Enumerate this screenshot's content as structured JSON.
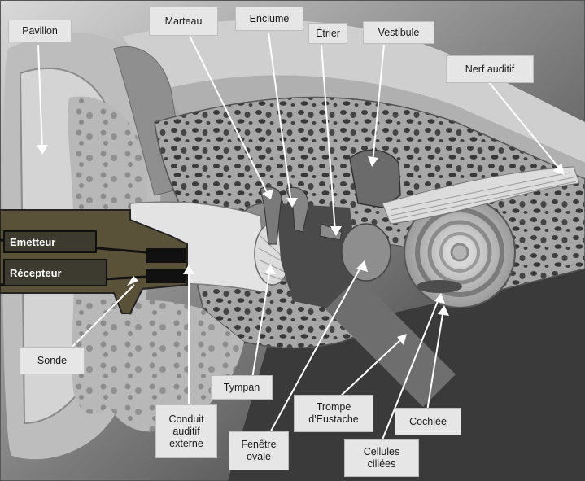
{
  "labels": {
    "pavillon": "Pavillon",
    "marteau": "Marteau",
    "enclume": "Enclume",
    "etrier": "Étrier",
    "vestibule": "Vestibule",
    "nerf_auditif": "Nerf auditif",
    "sonde": "Sonde",
    "tympan": "Tympan",
    "conduit": [
      "Conduit",
      "auditif",
      "externe"
    ],
    "fenetre": [
      "Fenêtre",
      "ovale"
    ],
    "trompe": [
      "Trompe",
      "d'Eustache"
    ],
    "cellules": [
      "Cellules",
      "ciliées"
    ],
    "cochlee": "Cochlée"
  },
  "probe": {
    "emetteur": "Emetteur",
    "recepteur": "Récepteur"
  },
  "colors": {
    "label_bg": "#e6e6e6",
    "probe_body": "#5a5238",
    "probe_label_bg": "#3d3a2f",
    "bone": "#9e9e9e",
    "bone_holes": "#3a3a3a",
    "background_dark": "#2f2f2f"
  }
}
